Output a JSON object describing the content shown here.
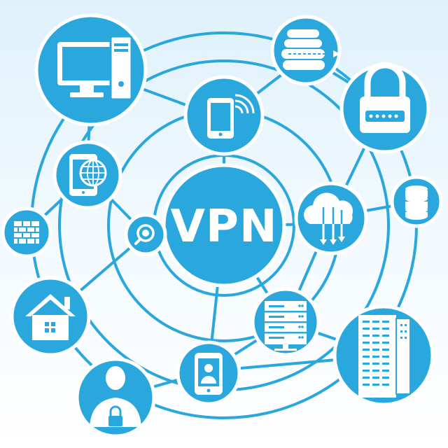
{
  "colors": {
    "primary": "#2aa7dc",
    "background_top": "#dff1fb",
    "background_bottom": "#ffffff",
    "icon_fill": "#ffffff"
  },
  "hub": {
    "label": "VPN"
  },
  "nodes": [
    {
      "id": "desktop-computer",
      "icon": "desktop-computer-icon"
    },
    {
      "id": "server-stack-transfer",
      "icon": "server-transfer-icon"
    },
    {
      "id": "password-lock",
      "icon": "password-lock-icon"
    },
    {
      "id": "mobile-wireless",
      "icon": "phone-wireless-icon"
    },
    {
      "id": "tablet-globe",
      "icon": "tablet-globe-icon"
    },
    {
      "id": "database",
      "icon": "database-icon"
    },
    {
      "id": "cloud-transfer",
      "icon": "cloud-transfer-icon"
    },
    {
      "id": "search",
      "icon": "search-icon"
    },
    {
      "id": "firewall",
      "icon": "brick-wall-icon"
    },
    {
      "id": "home",
      "icon": "house-icon"
    },
    {
      "id": "server-unit",
      "icon": "server-icon"
    },
    {
      "id": "data-center",
      "icon": "data-center-icon"
    },
    {
      "id": "mobile-user",
      "icon": "phone-user-icon"
    },
    {
      "id": "secure-user",
      "icon": "user-lock-icon"
    }
  ]
}
